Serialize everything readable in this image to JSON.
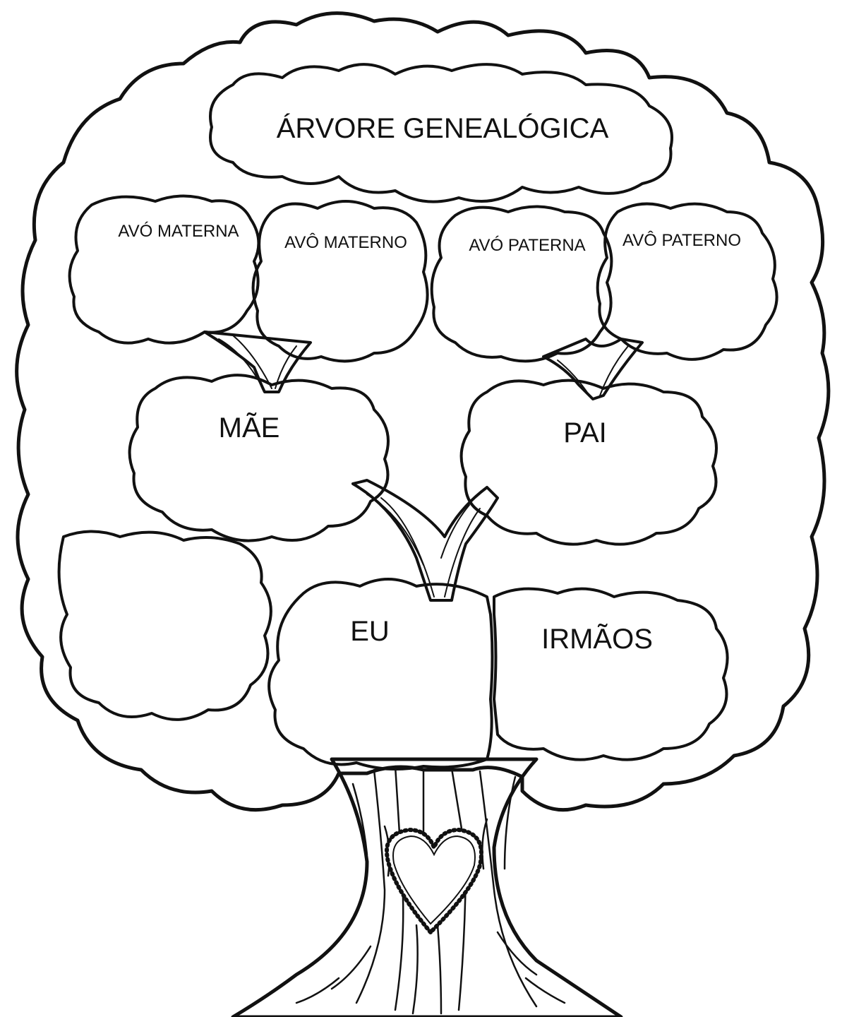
{
  "labels": {
    "title": "ÁRVORE GENEALÓGICA",
    "maternal_grandmother": "AVÓ MATERNA",
    "maternal_grandfather": "AVÔ MATERNO",
    "paternal_grandmother": "AVÓ PATERNA",
    "paternal_grandfather": "AVÔ PATERNO",
    "mother": "MÃE",
    "father": "PAI",
    "me": "EU",
    "siblings": "IRMÃOS"
  },
  "colors": {
    "ink": "#111111",
    "paper": "#ffffff"
  }
}
